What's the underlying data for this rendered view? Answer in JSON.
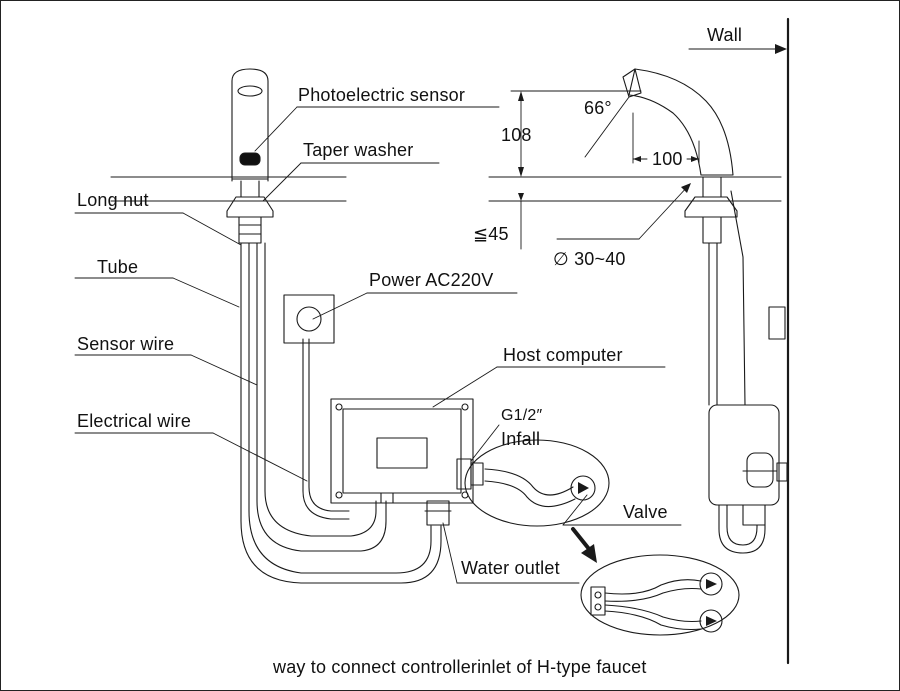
{
  "labels": {
    "wall": "Wall",
    "photoelectric_sensor": "Photoelectric sensor",
    "taper_washer": "Taper washer",
    "long_nut": "Long nut",
    "tube": "Tube",
    "power": "Power AC220V",
    "sensor_wire": "Sensor wire",
    "host_computer": "Host computer",
    "electrical_wire": "Electrical wire",
    "g_half": "G1/2″",
    "infall": "Infall",
    "valve": "Valve",
    "water_outlet": "Water outlet"
  },
  "dimensions": {
    "angle": "66°",
    "height": "108",
    "reach": "100",
    "thickness": "≦45",
    "hole_diameter": "∅ 30~40"
  },
  "caption": "way to connect controllerinlet of H-type faucet",
  "colors": {
    "line": "#1a1a1a",
    "background": "#ffffff",
    "sensor_window": "#111111"
  }
}
